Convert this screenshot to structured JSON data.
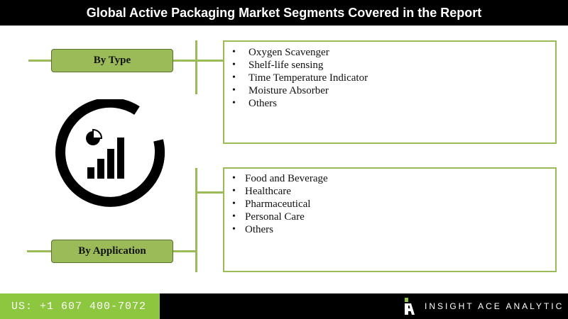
{
  "header": {
    "title": "Global Active Packaging Market Segments Covered in the Report"
  },
  "segments": [
    {
      "label": "By Type",
      "items": [
        "Oxygen Scavenger",
        "Shelf-life sensing",
        "Time Temperature Indicator",
        "Moisture Absorber",
        "Others"
      ]
    },
    {
      "label": "By Application",
      "items": [
        "Food and Beverage",
        "Healthcare",
        "Pharmaceutical",
        "Personal Care",
        "Others"
      ]
    }
  ],
  "center_icon": {
    "icon": "analytics-chart-icon"
  },
  "footer": {
    "phone": "US: +1 607 400-7072",
    "brand": "INSIGHT ACE ANALYTIC",
    "brand_icon": "insight-ace-logo-icon"
  },
  "colors": {
    "accent": "#9bbb59",
    "footer_green": "#8dc63f",
    "dark": "#000000"
  }
}
